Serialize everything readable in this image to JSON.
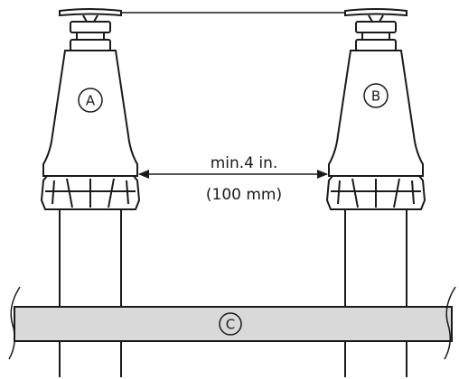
{
  "callouts": {
    "left_head": "A",
    "right_head": "B",
    "pipe": "C"
  },
  "dimension": {
    "line1": "min.4 in.",
    "line2": "(100 mm)"
  },
  "colors": {
    "stroke": "#1a1a1a",
    "pipe_fill": "#d9d9d9",
    "background": "#ffffff"
  }
}
